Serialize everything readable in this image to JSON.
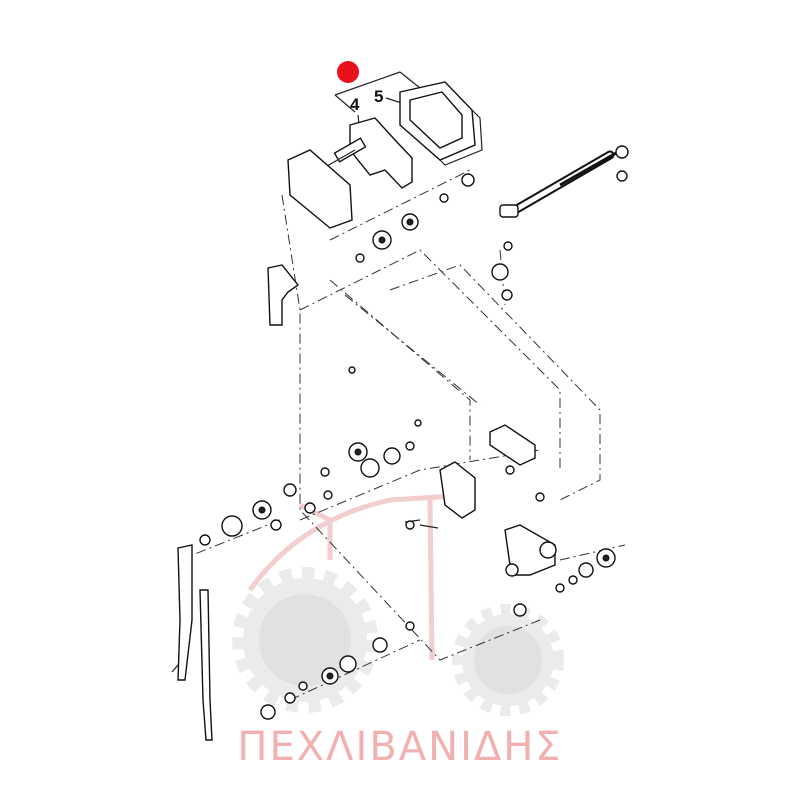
{
  "diagram": {
    "callouts": [
      "4",
      "5"
    ],
    "marker_color": "#e8101a"
  },
  "watermark": {
    "text": "ΠΕΧΛΙΒΑΝΙΔΗΣ",
    "color": "#f2b1b1",
    "logo": "tractor-logo"
  }
}
